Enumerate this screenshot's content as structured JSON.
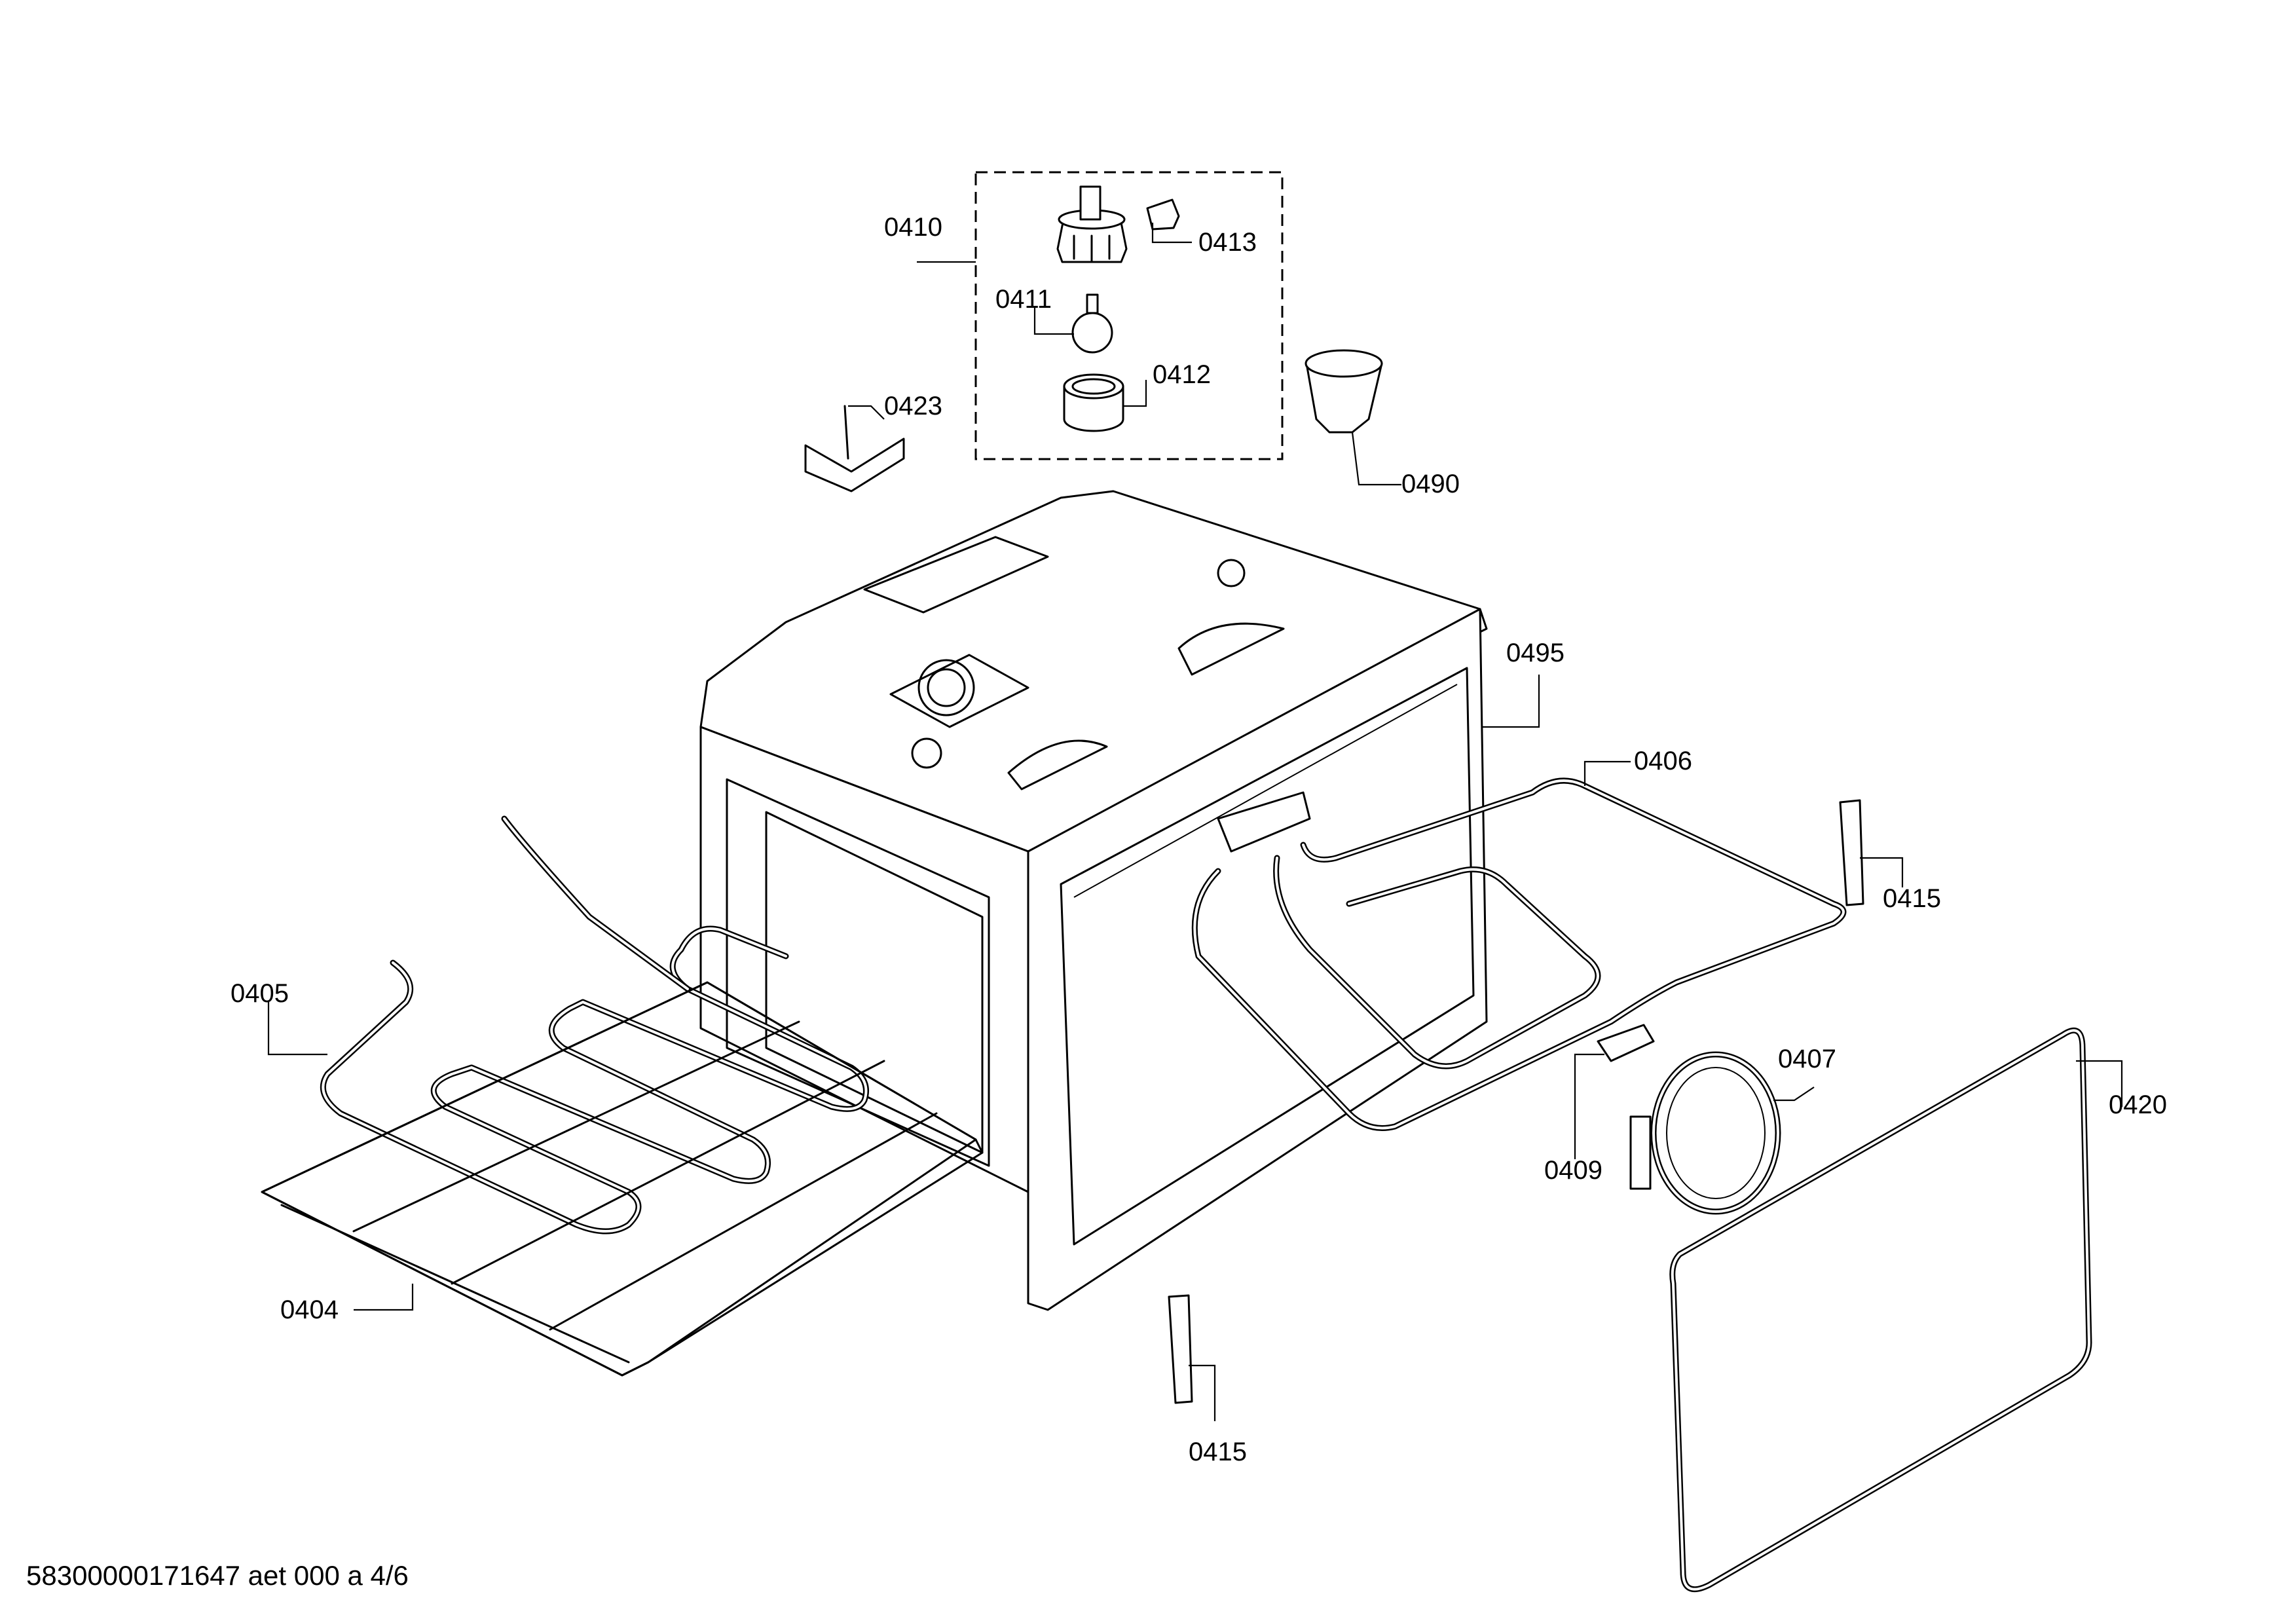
{
  "footer": {
    "document_code": "58300000171647 aet 000 a 4/6"
  },
  "callouts": {
    "p0410": "0410",
    "p0411": "0411",
    "p0412": "0412",
    "p0413": "0413",
    "p0423": "0423",
    "p0490": "0490",
    "p0495": "0495",
    "p0406": "0406",
    "p0415_right": "0415",
    "p0415_bottom": "0415",
    "p0405": "0405",
    "p0404": "0404",
    "p0407": "0407",
    "p0409": "0409",
    "p0420": "0420"
  }
}
